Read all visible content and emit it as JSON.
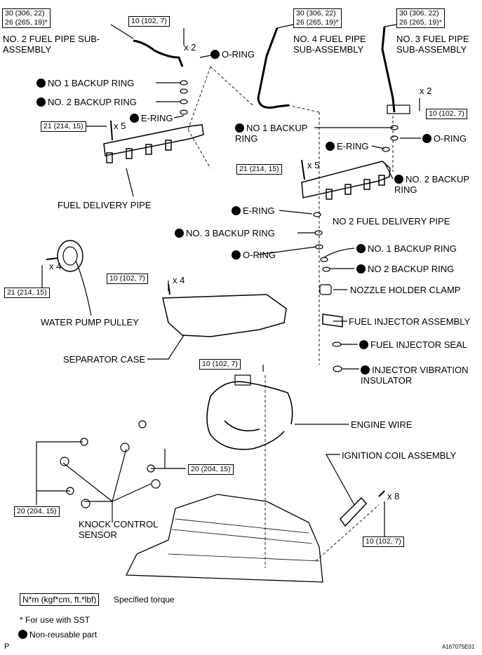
{
  "torque": {
    "t30": "30 (306, 22)",
    "t26": "26 (265, 19)*",
    "t10": "10 (102, 7)",
    "t21": "21 (214, 15)",
    "t20": "20 (204, 15)"
  },
  "qty": {
    "x2": "x 2",
    "x5": "x 5",
    "x4": "x 4",
    "x8": "x 8"
  },
  "labels": {
    "no2_fuel_pipe": "NO. 2 FUEL PIPE SUB-ASSEMBLY",
    "no4_fuel_pipe": "NO. 4 FUEL PIPE SUB-ASSEMBLY",
    "no3_fuel_pipe": "NO. 3 FUEL PIPE SUB-ASSEMBLY",
    "o_ring": "O-RING",
    "no1_backup_ring": "NO 1 BACKUP RING",
    "no2_backup_ring": "NO. 2 BACKUP RING",
    "e_ring": "E-RING",
    "fuel_delivery_pipe": "FUEL DELIVERY PIPE",
    "no1_backup_ring_r": "NO 1 BACKUP RING",
    "no2_backup_ring_r": "NO. 2 BACKUP RING",
    "no2_fuel_delivery_pipe": "NO 2 FUEL DELIVERY PIPE",
    "no3_backup_ring": "NO. 3 BACKUP RING",
    "no1_backup_ring_low": "NO. 1 BACKUP RING",
    "no2_backup_ring_low": "NO 2 BACKUP RING",
    "nozzle_holder_clamp": "NOZZLE HOLDER CLAMP",
    "fuel_injector_assembly": "FUEL INJECTOR ASSEMBLY",
    "fuel_injector_seal": "FUEL INJECTOR SEAL",
    "injector_vibration_insulator": "INJECTOR VIBRATION INSULATOR",
    "water_pump_pulley": "WATER PUMP PULLEY",
    "separator_case": "SEPARATOR CASE",
    "engine_wire": "ENGINE WIRE",
    "ignition_coil_assembly": "IGNITION COIL ASSEMBLY",
    "knock_control_sensor": "KNOCK CONTROL SENSOR"
  },
  "legend": {
    "unit": "N*m (kgf*cm, ft.*lbf)",
    "specified_torque": "Specified torque",
    "sst_note": "* For use with SST",
    "non_reusable": "Non-reusable part"
  },
  "footer": {
    "left": "P",
    "right": "A167075E01"
  }
}
